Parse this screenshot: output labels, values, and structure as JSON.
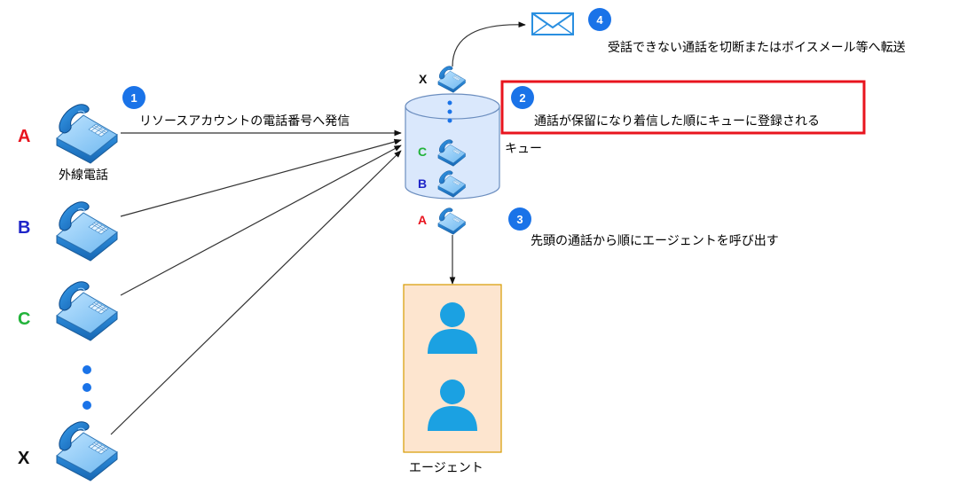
{
  "colors": {
    "a": "#e8141e",
    "b": "#1f25c8",
    "c": "#22b33a",
    "x": "#111111",
    "badge": "#1a73e8",
    "highlight": "#e8141e",
    "agent_box_fill": "#fde5cf",
    "agent_box_stroke": "#d79b00",
    "queue_fill": "#dae8fc",
    "line": "#333333"
  },
  "callers": {
    "a_label": "A",
    "b_label": "B",
    "c_label": "C",
    "x_label": "X",
    "external_phone_label": "外線電話"
  },
  "steps": {
    "step1": {
      "number": "1",
      "text": "リソースアカウントの電話番号へ発信"
    },
    "step2": {
      "number": "2",
      "text": "通話が保留になり着信した順にキューに登録される"
    },
    "step3": {
      "number": "3",
      "text": "先頭の通話から順にエージェントを呼び出す"
    },
    "step4": {
      "number": "4",
      "text": "受話できない通話を切断またはボイスメール等へ転送"
    }
  },
  "queue": {
    "label": "キュー",
    "c_label": "C",
    "b_label": "B",
    "a_label": "A",
    "x_label": "X"
  },
  "agent": {
    "label": "エージェント"
  },
  "icons": {
    "phone": "desk-phone-icon",
    "mail": "envelope-icon",
    "person": "person-icon"
  }
}
